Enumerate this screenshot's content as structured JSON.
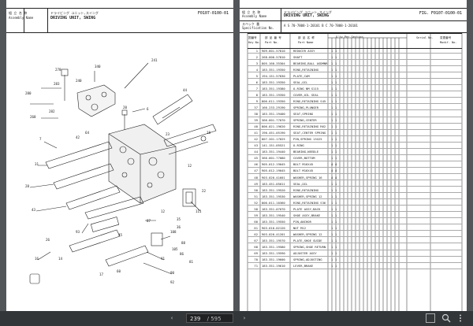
{
  "viewer": {
    "current_page": "239",
    "total_pages": "/ 595",
    "prev_icon": "chevron-left-icon",
    "next_icon": "chevron-right-icon"
  },
  "left_page": {
    "assembly_label_jp": "組 立 名 称",
    "assembly_label_en": "Assembly Name",
    "title_jp": "ドライビング ユニット,スイング",
    "title_en": "DRIVING UNIT, SWING",
    "fig_code": "F0107-0100-01",
    "callouts": [
      "278",
      "280",
      "283",
      "282",
      "268",
      "340",
      "240",
      "241",
      "6",
      "20",
      "44",
      "18",
      "7",
      "31",
      "28",
      "43",
      "42",
      "64",
      "23",
      "12",
      "22",
      "111",
      "93",
      "87",
      "108",
      "105",
      "26",
      "14",
      "12",
      "35",
      "36",
      "45",
      "60",
      "16",
      "91",
      "90",
      "92",
      "17",
      "81",
      "88",
      "86"
    ]
  },
  "right_page": {
    "assembly_label_jp": "組 立 名 称",
    "assembly_label_en": "Assembly Name",
    "title_jp": "ドライビング ユニット,スイング",
    "title_en": "DRIVING UNIT, SWING",
    "fig_code": "FIG. F0107-0100-01",
    "spec_label_jp": "スペック 番",
    "spec_label_en": "Specification No.",
    "spec_value": "A  S  70-7808-1-20101     B  C  70-7808-1-20101",
    "col_key_jp": "図番号",
    "col_key_en": "Key No.",
    "col_part_jp": "部 品 番 号",
    "col_part_en": "Part No.",
    "col_name_jp": "部 品 名 称",
    "col_name_en": "Part Name",
    "col_qty": "Q'ty  Per  Section",
    "col_serial": "Serial No.",
    "col_modif_jp": "変更番号",
    "col_modif_en": "Modif. No.",
    "rows": [
      {
        "key": "1",
        "part": "909-601-57810",
        "name": "REDUCER ASSY",
        "qty": "1"
      },
      {
        "key": "2",
        "part": "268-600-57810",
        "name": "SHAFT",
        "qty": "1"
      },
      {
        "key": "3",
        "part": "805-160-35304",
        "name": "BEARING,BALL ASDMNR",
        "qty": "1"
      },
      {
        "key": "4",
        "part": "183-351-19350",
        "name": "RING,RETAINING",
        "qty": "1"
      },
      {
        "key": "5",
        "part": "194-151-57830",
        "name": "PLATE,CAM",
        "qty": "1"
      },
      {
        "key": "6",
        "part": "183-351-19350",
        "name": "SEAL,OIL",
        "qty": "1"
      },
      {
        "key": "7",
        "part": "183-351-19380",
        "name": "O-RING NM S115",
        "qty": "1"
      },
      {
        "key": "8",
        "part": "183-351-19350",
        "name": "COVER,OIL SEAL",
        "qty": "1"
      },
      {
        "key": "9",
        "part": "806-611-19350",
        "name": "RING,RETAINING S45",
        "qty": "1"
      },
      {
        "key": "37",
        "part": "166-233-29190",
        "name": "SPRING,PLUNGER",
        "qty": "1"
      },
      {
        "key": "38",
        "part": "183-351-19400",
        "name": "SEAT,SPRING",
        "qty": "1"
      },
      {
        "key": "39",
        "part": "366-601-77070",
        "name": "SPRING,CENTER",
        "qty": "1"
      },
      {
        "key": "40",
        "part": "806-021-19620",
        "name": "RING,RETAINING R62",
        "qty": "1"
      },
      {
        "key": "41",
        "part": "190-451-05190",
        "name": "SEAT,CENTER SPRING",
        "qty": "1"
      },
      {
        "key": "42",
        "part": "807-201-17025",
        "name": "PIN,SPRING 13X25",
        "qty": "1"
      },
      {
        "key": "43",
        "part": "141-151-05521",
        "name": "O-RING",
        "qty": "1"
      },
      {
        "key": "44",
        "part": "183-351-19440",
        "name": "BEARING,NEEDLE",
        "qty": "1"
      },
      {
        "key": "45",
        "part": "366-601-77080",
        "name": "COVER,BOTTOM",
        "qty": "1"
      },
      {
        "key": "46",
        "part": "905-012-19045",
        "name": "BOLT M16X45",
        "qty": "4"
      },
      {
        "key": "47",
        "part": "905-012-19045",
        "name": "BOLT M16X45",
        "qty": "4"
      },
      {
        "key": "48",
        "part": "903-020-41601",
        "name": "WASHER,SPRING 16",
        "qty": "4"
      },
      {
        "key": "49",
        "part": "183-451-05011",
        "name": "SEAL,OIL",
        "qty": "1"
      },
      {
        "key": "50",
        "part": "183-351-19520",
        "name": "RING,RETAINING",
        "qty": "1"
      },
      {
        "key": "51",
        "part": "183-351-19530",
        "name": "WASHER,SPRING 12",
        "qty": "1"
      },
      {
        "key": "52",
        "part": "806-011-10360",
        "name": "RING,RETAINING S36",
        "qty": "1"
      },
      {
        "key": "58",
        "part": "183-351-07070",
        "name": "PLATE ASSY,BACK",
        "qty": "1"
      },
      {
        "key": "59",
        "part": "183-351-19540",
        "name": "SHOE ASSY,BRAKE",
        "qty": "1"
      },
      {
        "key": "60",
        "part": "183-351-19550",
        "name": "PIN,ANCHOR",
        "qty": "1"
      },
      {
        "key": "61",
        "part": "903-010-02120",
        "name": "NUT M12",
        "qty": "1"
      },
      {
        "key": "62",
        "part": "903-020-41201",
        "name": "WASHER,SPRING 12",
        "qty": "1"
      },
      {
        "key": "67",
        "part": "183-351-19570",
        "name": "PLATE,SHOE GUIDE",
        "qty": "1"
      },
      {
        "key": "68",
        "part": "183-351-19580",
        "name": "SPRING,SHOE RETURN",
        "qty": "1"
      },
      {
        "key": "69",
        "part": "183-351-19590",
        "name": "ADJUSTER ASSY",
        "qty": "1"
      },
      {
        "key": "70",
        "part": "183-351-19600",
        "name": "SPRING,ADJUSTING",
        "qty": "1"
      },
      {
        "key": "71",
        "part": "183-351-19610",
        "name": "LEVER,BRAKE",
        "qty": "1"
      }
    ]
  }
}
